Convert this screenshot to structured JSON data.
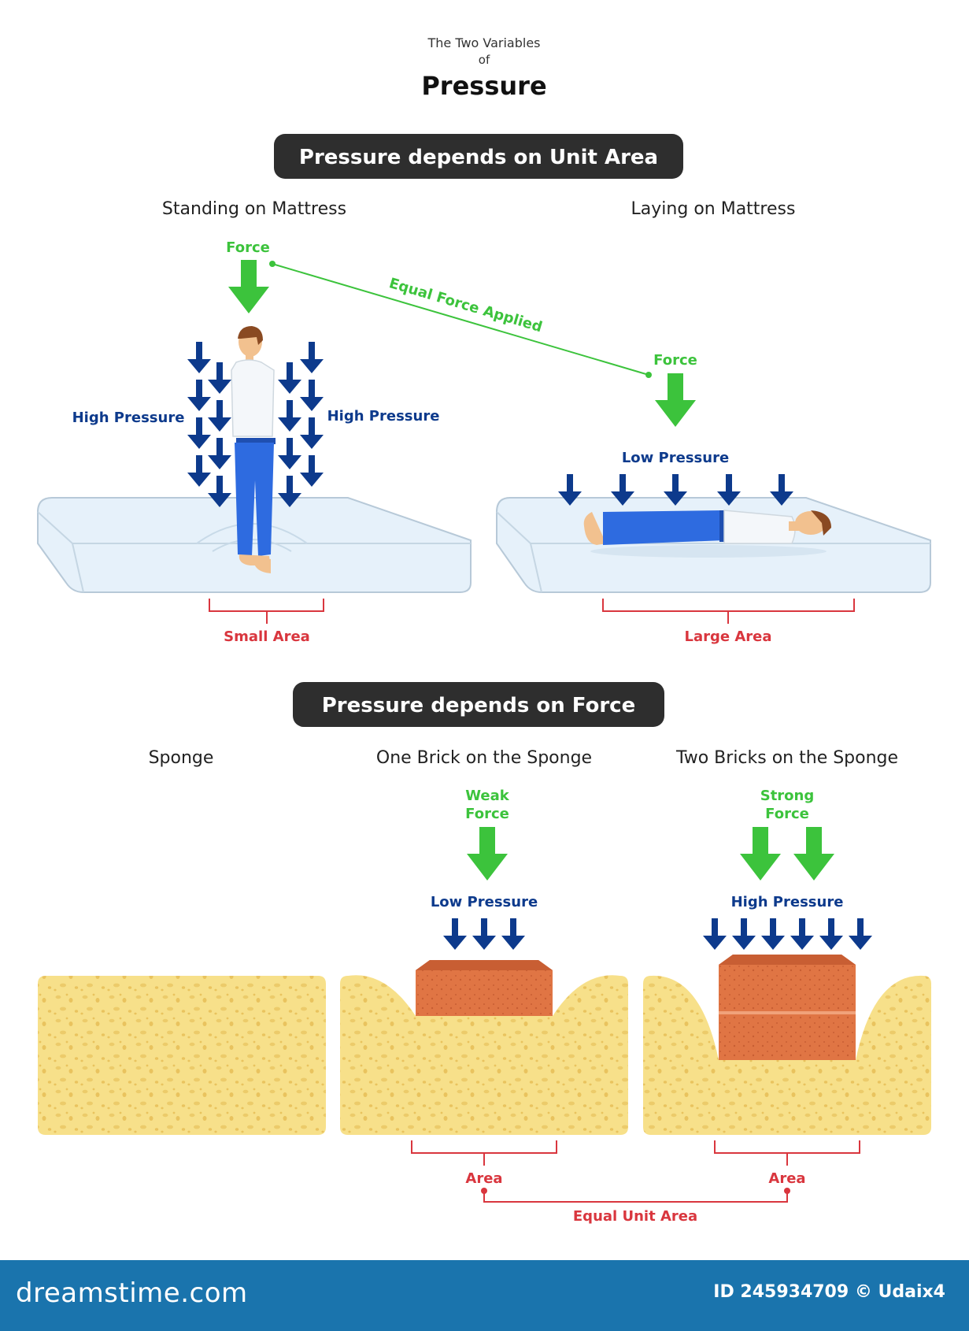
{
  "header": {
    "supertitle_line1": "The Two Variables",
    "supertitle_line2": "of",
    "title": "Pressure"
  },
  "section_area": {
    "banner": "Pressure depends on Unit Area",
    "standing": {
      "label": "Standing on Mattress",
      "force": "Force",
      "pressure_left": "High Pressure",
      "pressure_right": "High Pressure",
      "area": "Small Area"
    },
    "laying": {
      "label": "Laying on Mattress",
      "force": "Force",
      "pressure": "Low Pressure",
      "area": "Large Area"
    },
    "connector": "Equal Force Applied"
  },
  "section_force": {
    "banner": "Pressure depends on Force",
    "sponge": {
      "label": "Sponge"
    },
    "one_brick": {
      "label": "One Brick on the Sponge",
      "force_line1": "Weak",
      "force_line2": "Force",
      "pressure": "Low Pressure",
      "area": "Area"
    },
    "two_bricks": {
      "label": "Two Bricks on the Sponge",
      "force_line1": "Strong",
      "force_line2": "Force",
      "pressure": "High Pressure",
      "area": "Area"
    },
    "connector": "Equal Unit Area"
  },
  "footer": {
    "brand": "dreamstime.com",
    "id": "ID 245934709 © Udaix4"
  },
  "colors": {
    "force_green": "#3cc33c",
    "pressure_blue": "#0d3a8c",
    "area_red": "#d9363e",
    "banner_bg": "#2e2e2e",
    "sponge": "#f7e08a",
    "sponge_pore": "#e9c35e",
    "brick": "#e07544",
    "mattress": "#e6f1fa",
    "footer_bg": "#1a74ad"
  }
}
